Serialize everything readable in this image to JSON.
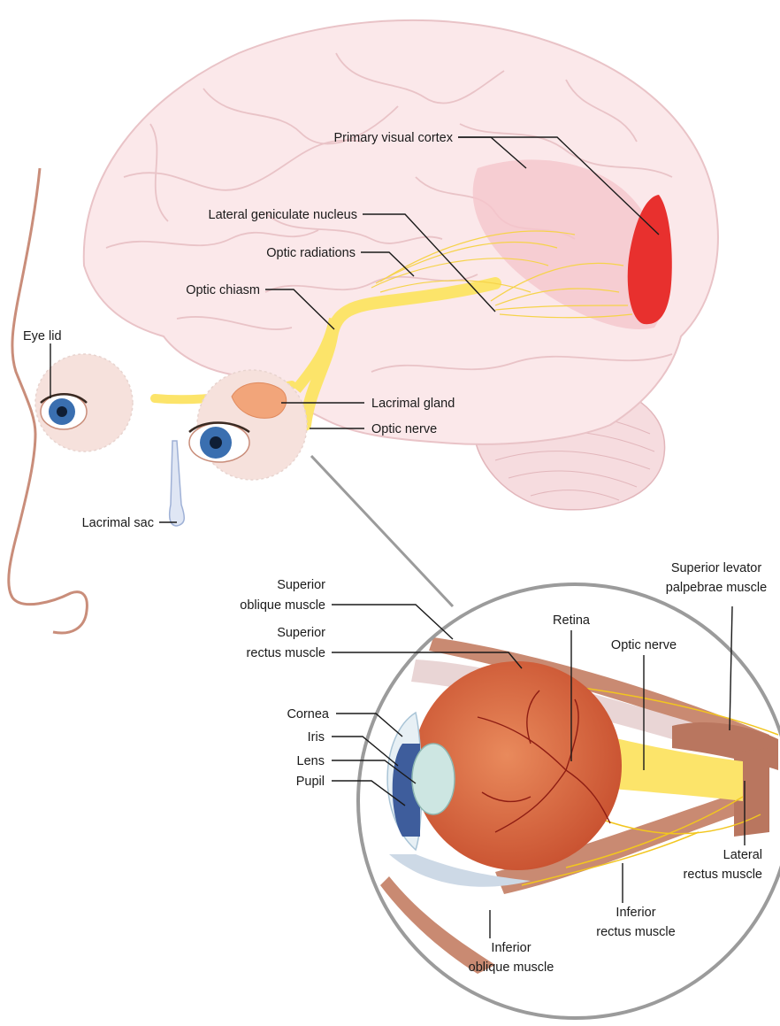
{
  "labels": {
    "primary_visual_cortex": "Primary visual cortex",
    "lateral_geniculate_nucleus": "Lateral geniculate nucleus",
    "optic_radiations": "Optic radiations",
    "optic_chiasm": "Optic chiasm",
    "eye_lid": "Eye lid",
    "lacrimal_gland": "Lacrimal gland",
    "optic_nerve_top": "Optic nerve",
    "lacrimal_sac": "Lacrimal sac",
    "superior_oblique_muscle": [
      "Superior",
      "oblique muscle"
    ],
    "superior_rectus_muscle": [
      "Superior",
      "rectus muscle"
    ],
    "retina": "Retina",
    "optic_nerve_detail": "Optic nerve",
    "superior_levator": [
      "Superior levator",
      "palpebrae muscle"
    ],
    "cornea": "Cornea",
    "iris": "Iris",
    "lens": "Lens",
    "pupil": "Pupil",
    "lateral_rectus_muscle": [
      "Lateral",
      "rectus muscle"
    ],
    "inferior_rectus_muscle": [
      "Inferior",
      "rectus muscle"
    ],
    "inferior_oblique_muscle": [
      "Inferior",
      "oblique muscle"
    ]
  },
  "colors": {
    "brain_fill": "#fbe8ea",
    "brain_line": "#e9c3c7",
    "visual_cortex": "#e8302e",
    "optic_pathway": "#fce46a",
    "skin_line": "#c98d7a",
    "iris_blue": "#3a6fb0",
    "eyeball": "#e0704a",
    "muscle": "#c98a72",
    "zoom_ring": "#9b9b9b"
  }
}
